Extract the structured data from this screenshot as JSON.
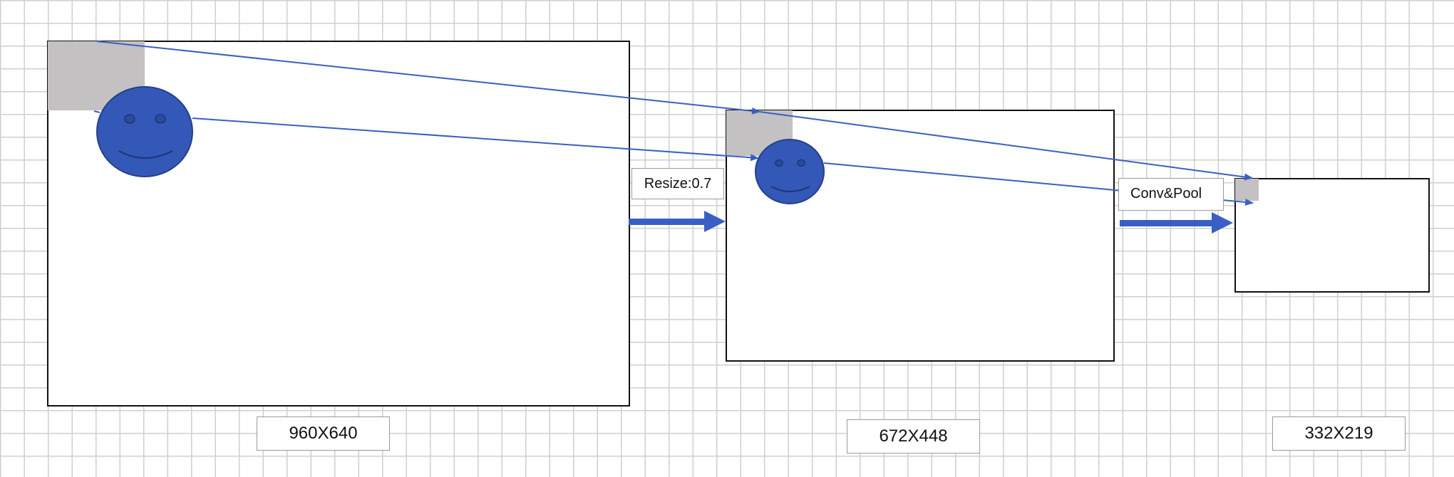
{
  "stages": [
    {
      "size_label": "960X640"
    },
    {
      "size_label": "672X448"
    },
    {
      "size_label": "332X219"
    }
  ],
  "operations": [
    {
      "label": "Resize:0.7"
    },
    {
      "label": "Conv&Pool"
    }
  ],
  "colors": {
    "accent_blue": "#3a5fc4",
    "face_fill": "#3458b8",
    "face_stroke": "#263f86",
    "region_gray": "#c3c1c2",
    "frame_stroke": "#111111",
    "grid": "#cfcfcf"
  }
}
